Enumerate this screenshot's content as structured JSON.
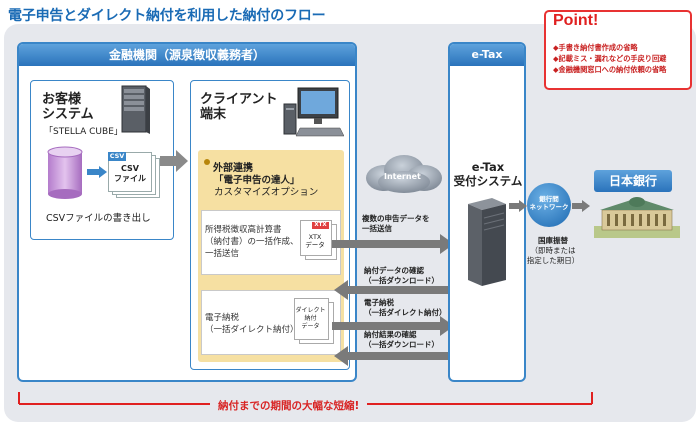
{
  "title": "電子申告とダイレクト納付を利用した納付のフロー",
  "financial_institution": {
    "header": "金融機関（源泉徴収義務者）",
    "customer_system": {
      "title_line1": "お客様",
      "title_line2": "システム",
      "product": "「STELLA CUBE」",
      "csv_tab": "CSV",
      "csv_file_line1": "CSV",
      "csv_file_line2": "ファイル",
      "export_label": "CSVファイルの書き出し"
    },
    "client_terminal": {
      "title_line1": "クライアント",
      "title_line2": "端末",
      "external_link_label": "外部連携",
      "option_line1": "「電子申告の達人」",
      "option_line2": "カスタマイズオプション",
      "tax_calc_line1": "所得税徴収高計算書",
      "tax_calc_line2": "（納付書）の一括作成、",
      "tax_calc_line3": "一括送信",
      "xtx_tag": "XTX",
      "xtx_line1": "XTX",
      "xtx_line2": "データ",
      "epay_line1": "電子納税",
      "epay_line2": "（一括ダイレクト納付）",
      "direct_line1": "ダイレクト",
      "direct_line2": "納付",
      "direct_line3": "データ"
    }
  },
  "internet": {
    "label": "Internet"
  },
  "etax": {
    "header": "e-Tax",
    "system_line1": "e-Tax",
    "system_line2": "受付システム"
  },
  "flows": {
    "send": {
      "line1": "複数の申告データを",
      "line2": "一括送信"
    },
    "confirm": {
      "line1": "納付データの確認",
      "line2": "（一括ダウンロード）"
    },
    "epay": {
      "line1": "電子納税",
      "line2": "（一括ダイレクト納付）"
    },
    "result": {
      "line1": "納付結果の確認",
      "line2": "（一括ダウンロード）"
    }
  },
  "network": {
    "line1": "銀行間",
    "line2": "ネットワーク"
  },
  "transfer": {
    "title": "国庫振替",
    "line1": "（即時または",
    "line2": "指定した期日）"
  },
  "boj": {
    "label": "日本銀行"
  },
  "point": {
    "title": "Point!",
    "items": [
      "◆手書き納付書作成の省略",
      "◆記載ミス・漏れなどの手戻り回避",
      "◆金融機関窓口への納付依頼の省略"
    ]
  },
  "bottom": {
    "label": "納付までの期間の大幅な短縮!"
  },
  "colors": {
    "accent_blue": "#2a73bb",
    "panel_border": "#3a86c8",
    "highlight_red": "#e02020",
    "option_bg": "#f6e0a2",
    "arrow_gray": "#7a7a7a"
  }
}
